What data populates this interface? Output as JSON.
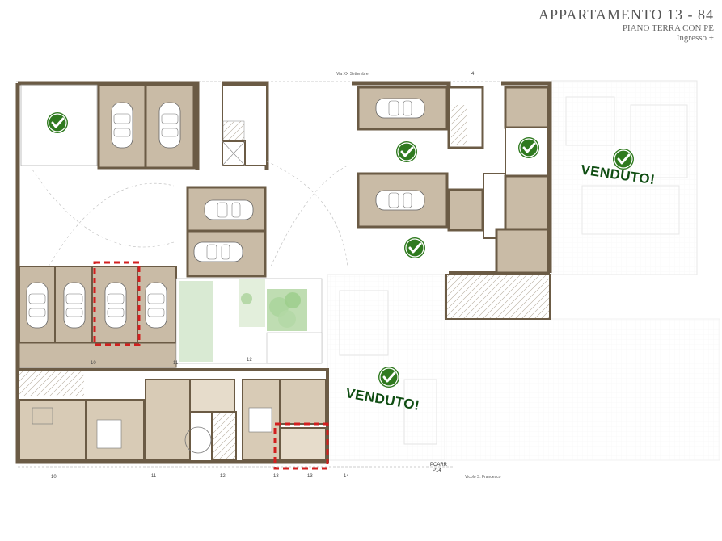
{
  "header": {
    "title": "APPARTAMENTO 13 - 84",
    "subtitle": "PIANO TERRA CON PE",
    "line3": "Ingresso +"
  },
  "streets": {
    "north": "Via XX Settembre",
    "south": "Vicolo S. Francesco"
  },
  "sold_labels": [
    "VENDUTO!",
    "VENDUTO!"
  ],
  "axis_numbers": [
    "10",
    "11",
    "12",
    "13",
    "14",
    "10",
    "11",
    "12",
    "13",
    "4"
  ],
  "parking": {
    "code": "PCARR",
    "number": "P14"
  },
  "colors": {
    "wall": "#6b5b45",
    "garage_fill": "#c9bba6",
    "check": "#2f7a1f",
    "highlight": "#d21f1f",
    "garden": "#cfe6c8"
  }
}
